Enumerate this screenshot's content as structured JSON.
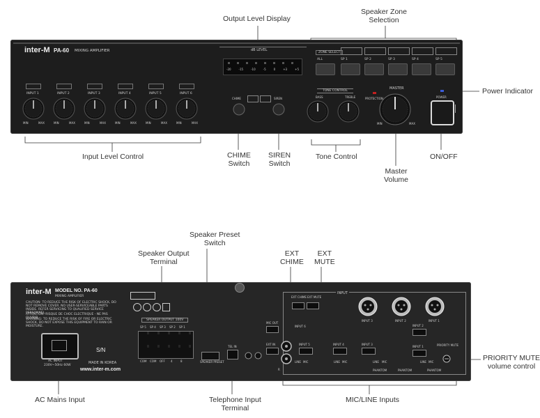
{
  "callouts": {
    "output_level_display": "Output Level Display",
    "speaker_zone_selection_line1": "Speaker Zone",
    "speaker_zone_selection_line2": "Selection",
    "power_indicator": "Power Indicator",
    "input_level_control": "Input Level Control",
    "chime_switch_line1": "CHIME",
    "chime_switch_line2": "Switch",
    "siren_switch_line1": "SIREN",
    "siren_switch_line2": "Switch",
    "tone_control": "Tone Control",
    "master_volume_line1": "Master",
    "master_volume_line2": "Volume",
    "on_off": "ON/OFF",
    "speaker_preset_line1": "Speaker Preset",
    "speaker_preset_line2": "Switch",
    "speaker_output_line1": "Speaker Output",
    "speaker_output_line2": "Terminal",
    "ext_chime_line1": "EXT",
    "ext_chime_line2": "CHIME",
    "ext_mute_line1": "EXT",
    "ext_mute_line2": "MUTE",
    "priority_mute_line1": "PRIORITY MUTE",
    "priority_mute_line2": "volume control",
    "ac_mains_input": "AC Mains Input",
    "telephone_input_line1": "Telephone Input",
    "telephone_input_line2": "Terminal",
    "mic_line_inputs": "MIC/LINE Inputs"
  },
  "front_panel": {
    "brand": "inter-M",
    "model": "PA-60",
    "model_desc": "MIXING AMPLIFIER",
    "db_level": "dB LEVEL",
    "meter_scale": [
      "-20",
      "-15",
      "-10",
      "-5",
      "0",
      "+3",
      "+5"
    ],
    "zone_select": "ZONE SELECT",
    "zone_buttons": [
      "ALL",
      "SP 1",
      "SP 2",
      "SP 3",
      "SP 4",
      "SP 5"
    ],
    "inputs": [
      "INPUT 1",
      "INPUT 2",
      "INPUT 3",
      "INPUT 4",
      "INPUT 5",
      "INPUT 6"
    ],
    "min": "MIN",
    "max": "MAX",
    "chime": "CHIME",
    "siren": "SIREN",
    "tone_control": "TONE CONTROL",
    "bass": "BASS",
    "treble": "TREBLE",
    "protection": "PROTECTION",
    "master": "MASTER",
    "power": "POWER"
  },
  "rear_panel": {
    "brand": "inter-M",
    "model_no": "MODEL NO. PA-60",
    "model_desc": "MIXING AMPLIFIER",
    "caution": "CAUTION: TO REDUCE THE RISK OF ELECTRIC SHOCK, DO NOT REMOVE COVER. NO USER-SERVICEABLE PARTS INSIDE. REFER SERVICING TO QUALIFIED SERVICE PERSONNEL.",
    "attention": "ATTENTION: RISQUE DE CHOC ELECTRIQUE - NE PAS OUVRIR",
    "warning": "WARNING: TO REDUCE THE RISK OF FIRE OR ELECTRIC SHOCK, DO NOT EXPOSE THIS EQUIPMENT TO RAIN OR MOISTURE.",
    "speaker_output": "SPEAKER OUTPUT 100V",
    "sp_labels": [
      "SP 5",
      "SP 4",
      "SP 3",
      "SP 2",
      "SP 1"
    ],
    "com_labels": [
      "COM",
      "COM",
      "OFF",
      "4",
      "8"
    ],
    "ac_input": "AC INPUT",
    "ac_rating": "230V~50Hz 60W",
    "made_in": "MADE IN KOREA",
    "website": "www.inter-m.com",
    "sn": "S/N",
    "speaker_preset": "SPEAKER PRESET",
    "tel_in": "TEL IN",
    "ext_chime": "EXT CHIME",
    "ext_mute": "EXT MUTE",
    "input_label": "INPUT",
    "mic_out": "MIC OUT",
    "input_6": "INPUT 6",
    "ext_in": "EXT IN",
    "rca_r": "R",
    "input_5": "INPUT 5",
    "input_4": "INPUT 4",
    "input_3": "INPUT 3",
    "input_2": "INPUT 2",
    "input_1": "INPUT 1",
    "line": "LINE",
    "mic": "MIC",
    "phantom": "PHANTOM",
    "priority_mute": "PRIORITY MUTE"
  }
}
